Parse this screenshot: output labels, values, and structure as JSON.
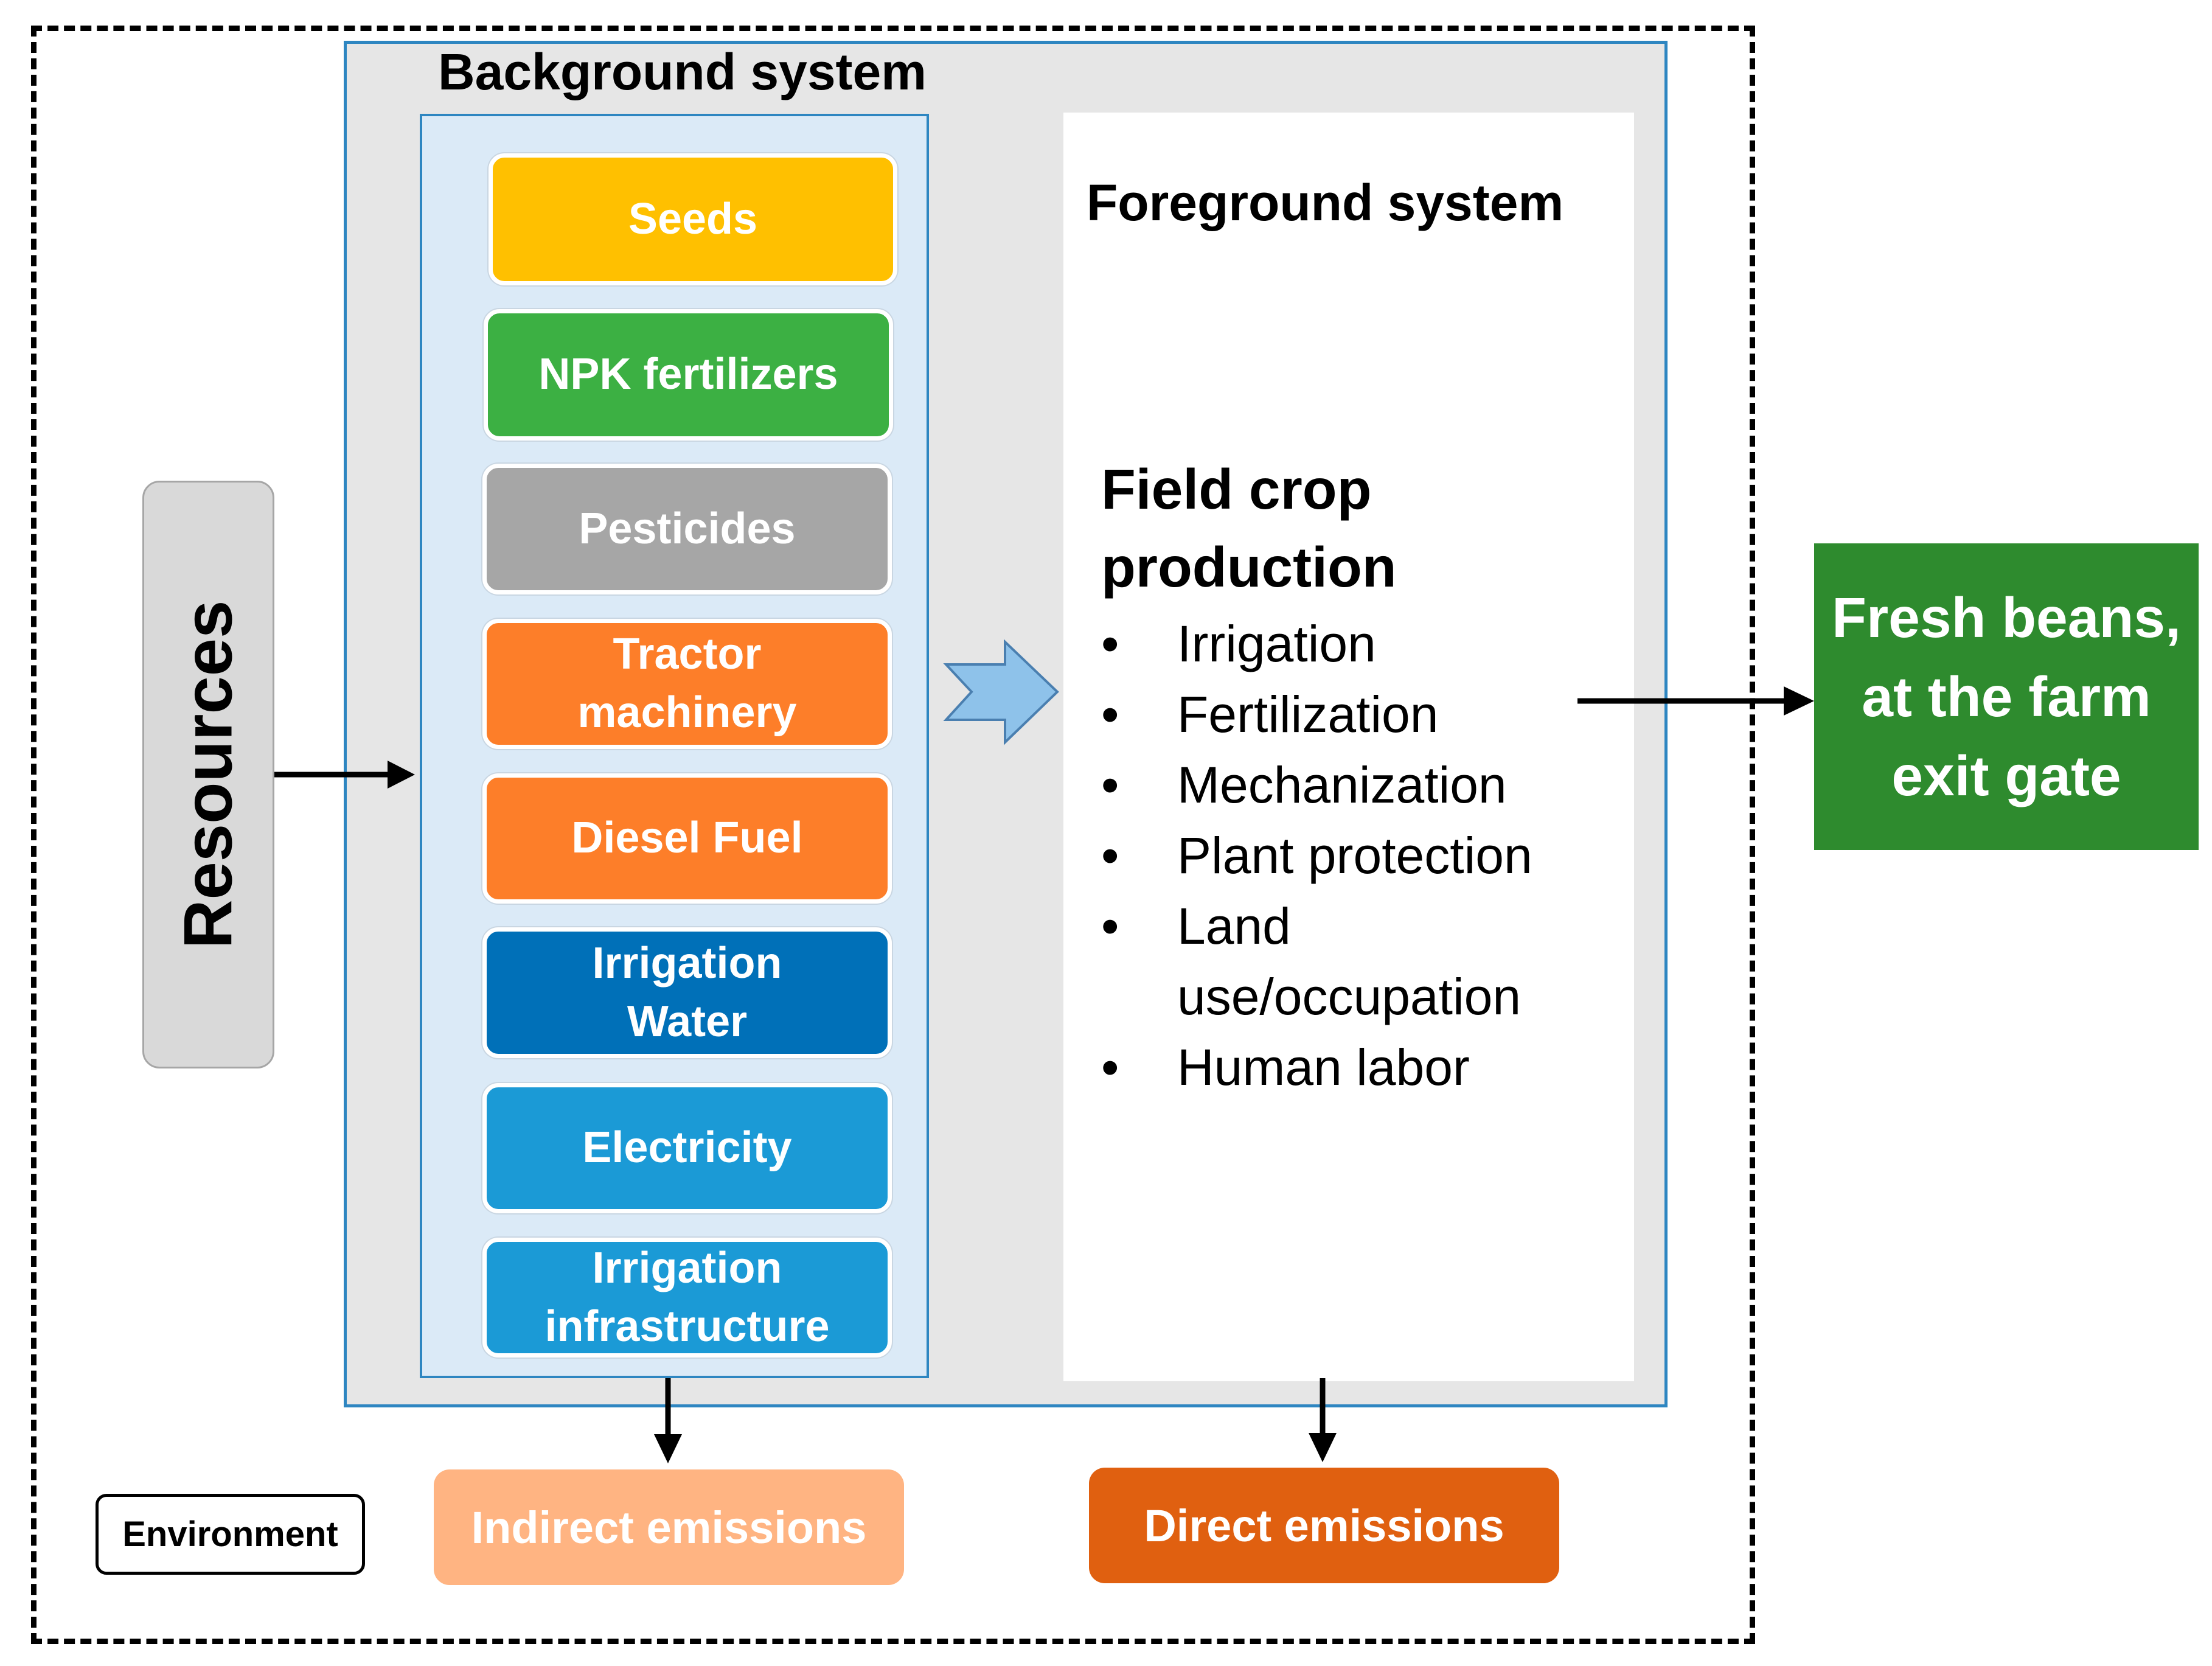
{
  "background_system": {
    "title": "Background system",
    "inputs": [
      {
        "label": "Seeds",
        "color": "#ffc000"
      },
      {
        "label": "NPK fertilizers",
        "color": "#3cb043"
      },
      {
        "label": "Pesticides",
        "color": "#a6a6a6"
      },
      {
        "label": "Tractor machinery",
        "color": "#fd7e29"
      },
      {
        "label": "Diesel Fuel",
        "color": "#fd7e29"
      },
      {
        "label": "Irrigation Water",
        "color": "#0070b8"
      },
      {
        "label": "Electricity",
        "color": "#1b9ad6"
      },
      {
        "label": "Irrigation infrastructure",
        "color": "#1b9ad6"
      }
    ]
  },
  "foreground_system": {
    "title": "Foreground system",
    "heading": "Field crop production",
    "items": [
      "Irrigation",
      "Fertilization",
      "Mechanization",
      "Plant protection",
      "Land use/occupation",
      "Human labor"
    ]
  },
  "resources": {
    "label": "Resources"
  },
  "output": {
    "label": "Fresh beans, at the farm exit gate",
    "color": "#2e8b2e"
  },
  "environment": {
    "label": "Environment"
  },
  "emissions": {
    "indirect": {
      "label": "Indirect emissions",
      "color": "#ffb482"
    },
    "direct": {
      "label": "Direct emissions",
      "color": "#e06010"
    }
  }
}
